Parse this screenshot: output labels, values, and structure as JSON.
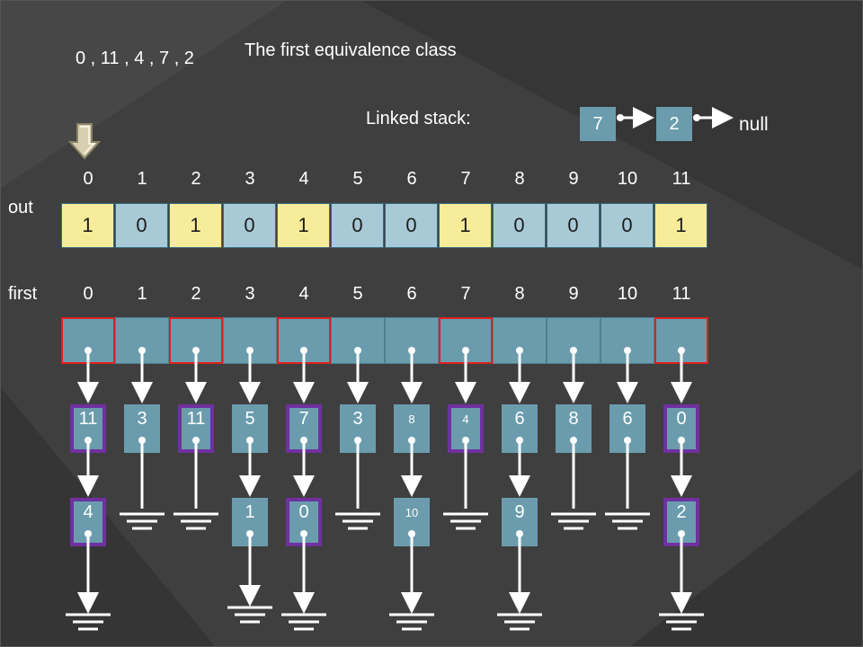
{
  "sequence_text": "0 , 11 , 4 , 7 , 2",
  "title": "The first equivalence class",
  "linked_stack": {
    "label": "Linked stack:",
    "nodes": [
      "7",
      "2"
    ],
    "terminator": "null"
  },
  "out": {
    "label": "out",
    "indices": [
      "0",
      "1",
      "2",
      "3",
      "4",
      "5",
      "6",
      "7",
      "8",
      "9",
      "10",
      "11"
    ],
    "values": [
      "1",
      "0",
      "1",
      "0",
      "1",
      "0",
      "0",
      "1",
      "0",
      "0",
      "0",
      "1"
    ]
  },
  "first": {
    "label": "first",
    "indices": [
      "0",
      "1",
      "2",
      "3",
      "4",
      "5",
      "6",
      "7",
      "8",
      "9",
      "10",
      "11"
    ],
    "highlighted": [
      true,
      false,
      true,
      false,
      true,
      false,
      false,
      true,
      false,
      false,
      false,
      true
    ]
  },
  "lists": [
    {
      "nodes": [
        "11",
        "4"
      ]
    },
    {
      "nodes": [
        "3"
      ]
    },
    {
      "nodes": [
        "11"
      ]
    },
    {
      "nodes": [
        "5",
        "1"
      ]
    },
    {
      "nodes": [
        "7",
        "0"
      ]
    },
    {
      "nodes": [
        "3"
      ]
    },
    {
      "nodes": [
        "8",
        "10"
      ]
    },
    {
      "nodes": [
        "4"
      ]
    },
    {
      "nodes": [
        "6",
        "9"
      ]
    },
    {
      "nodes": [
        "8"
      ]
    },
    {
      "nodes": [
        "6"
      ]
    },
    {
      "nodes": [
        "0",
        "2"
      ]
    }
  ],
  "node_highlight": [
    [
      true,
      true
    ],
    [
      false
    ],
    [
      true
    ],
    [
      false,
      false
    ],
    [
      true,
      true
    ],
    [
      false
    ],
    [
      false,
      false
    ],
    [
      true
    ],
    [
      false,
      false
    ],
    [
      false
    ],
    [
      false
    ],
    [
      true,
      true
    ]
  ],
  "colors": {
    "background": "#3f3f3f",
    "node_fill": "#6a9cad",
    "out_one": "#f7ec9a",
    "out_zero": "#a8c9d6",
    "class_highlight_red": "#e02020",
    "node_highlight_purple": "#7030a0"
  },
  "icons": {
    "pointer": "down-arrow-icon",
    "null_link": "ground-icon"
  }
}
